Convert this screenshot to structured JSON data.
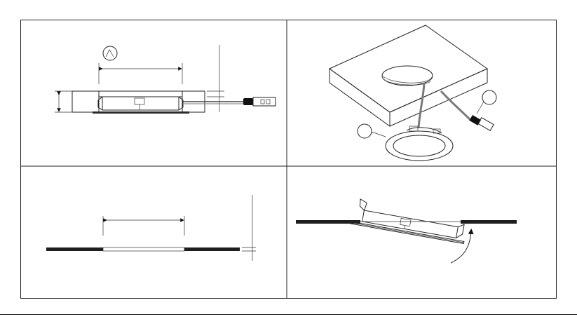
{
  "diagram": {
    "panels": [
      {
        "id": "p1",
        "label": "cross-section-cutout"
      },
      {
        "id": "p2",
        "label": "ceiling-block-3d"
      },
      {
        "id": "p3",
        "label": "cutout-profile"
      },
      {
        "id": "p4",
        "label": "tilt-insertion"
      }
    ],
    "colors": {
      "line": "#222222",
      "cable": "#7a7a7a",
      "panel_fill": "#1e1e1e",
      "background": "#ffffff"
    }
  }
}
